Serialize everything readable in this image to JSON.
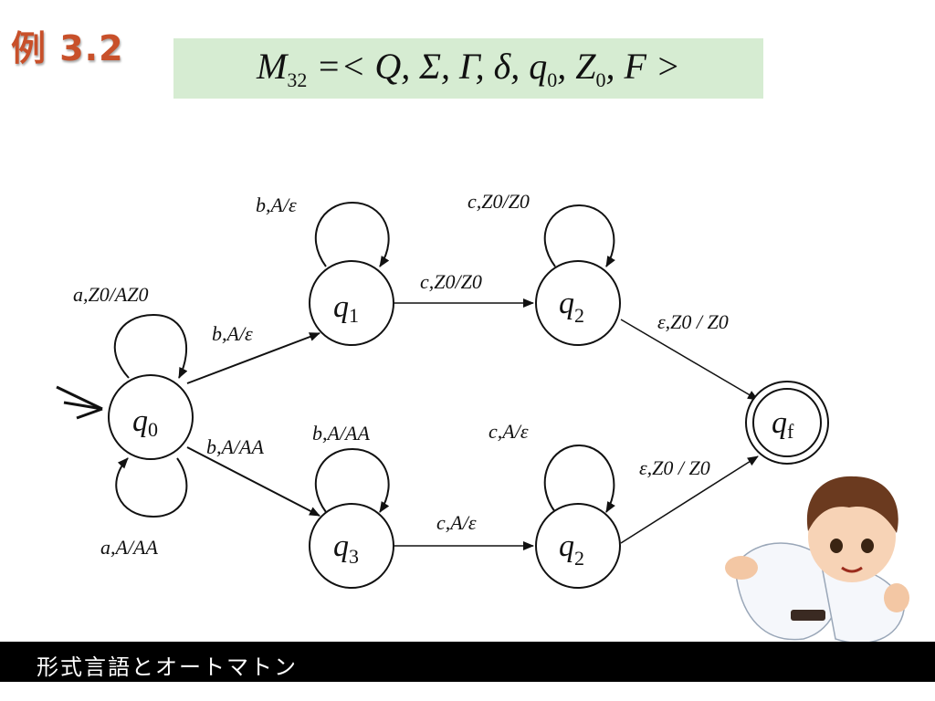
{
  "slide": {
    "title": "例 3.2",
    "footer": "形式言語とオートマトン"
  },
  "formula": {
    "name": "M",
    "name_sub": "32",
    "open": " =< ",
    "q": "Q",
    "sigma": "Σ",
    "gamma": "Γ",
    "delta": "δ",
    "q0_base": "q",
    "q0_sub": "0",
    "z0_base": "Z",
    "z0_sub": "0",
    "f": "F",
    "close": " >",
    "sep": ", "
  },
  "states": {
    "q0": {
      "base": "q",
      "sub": "0"
    },
    "q1": {
      "base": "q",
      "sub": "1"
    },
    "q2a": {
      "base": "q",
      "sub": "2"
    },
    "q3": {
      "base": "q",
      "sub": "3"
    },
    "q2b": {
      "base": "q",
      "sub": "2"
    },
    "qf": {
      "base": "q",
      "sub": "f"
    }
  },
  "edges": {
    "q0_loop_top": "a,Z0/AZ0",
    "q0_loop_bottom": "a,A/AA",
    "q0_q1": "b,A/ε",
    "q0_q3": "b,A/AA",
    "q1_loop": "b,A/ε",
    "q1_q2a": "c,Z0/Z0",
    "q2a_loop": "c,Z0/Z0",
    "q2a_qf": "ε,Z0 / Z0",
    "q3_loop": "b,A/AA",
    "q3_q2b": "c,A/ε",
    "q2b_loop": "c,A/ε",
    "q2b_qf": "ε,Z0 / Z0"
  },
  "colors": {
    "title": "#c8502a",
    "formula_bg": "#d6ecd2",
    "footer_bg": "#000000",
    "footer_text": "#ffffff"
  },
  "icons": {
    "start_marker": "double-arrow-icon",
    "mascot": "karate-boy-illustration"
  }
}
